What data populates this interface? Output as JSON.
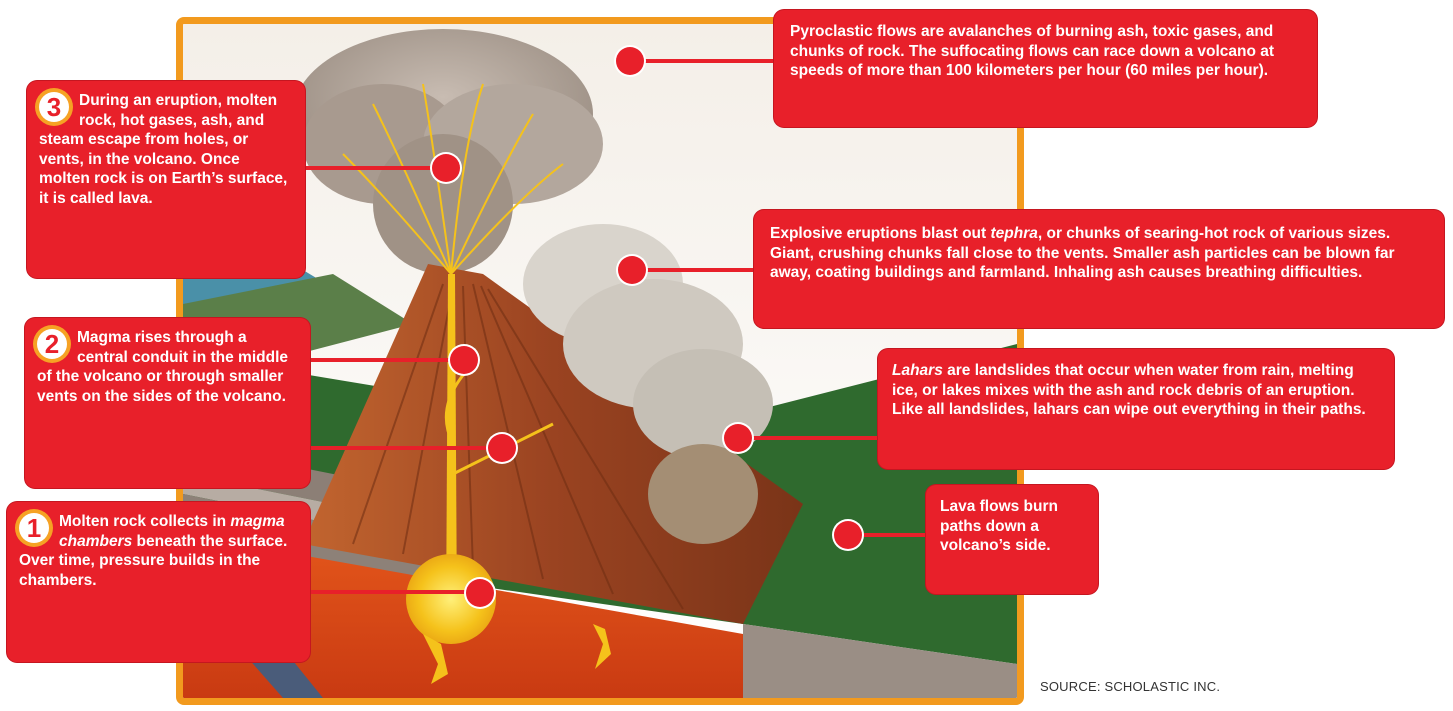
{
  "callouts": {
    "step3": {
      "number": "3",
      "text": "During an eruption, molten rock, hot gases, ash, and steam escape from holes, or vents, in the volcano. Once molten rock is on Earth’s surface, it is called lava."
    },
    "step2": {
      "number": "2",
      "text": "Magma rises through a central conduit in the middle of the volcano or through smaller vents on the sides of the volcano."
    },
    "step1": {
      "number": "1",
      "text_before": "Molten rock collects in ",
      "text_italic": "magma chambers",
      "text_after": " beneath the surface. Over time, pressure builds in the chambers."
    },
    "pyroclastic": {
      "text": "Pyroclastic flows are avalanches of burning ash, toxic gases, and chunks of rock. The suffocating flows can race down a volcano at speeds of more than 100 kilometers per hour (60 miles per hour)."
    },
    "tephra": {
      "text_before": "Explosive eruptions blast out ",
      "text_italic": "tephra",
      "text_after": ", or chunks of searing-hot rock of various sizes. Giant, crushing chunks fall close to the vents. Smaller ash particles can be blown far away, coating buildings and farmland. Inhaling ash causes breathing difficulties."
    },
    "lahars": {
      "text_italic": "Lahars",
      "text_after": " are landslides that occur when water from rain, melting ice, or lakes mixes with the ash and rock debris of an eruption. Like all landslides, lahars can wipe out everything in their paths."
    },
    "lava": {
      "text": "Lava flows burn paths down a volcano’s side."
    }
  },
  "source": "SOURCE: SCHOLASTIC INC.",
  "colors": {
    "callout": "#e8202a",
    "frame": "#f29a1e",
    "magma": "#f5c21b",
    "cone": "#b4552a",
    "grass": "#2f6a2e",
    "ash": "#c9c3bb"
  }
}
